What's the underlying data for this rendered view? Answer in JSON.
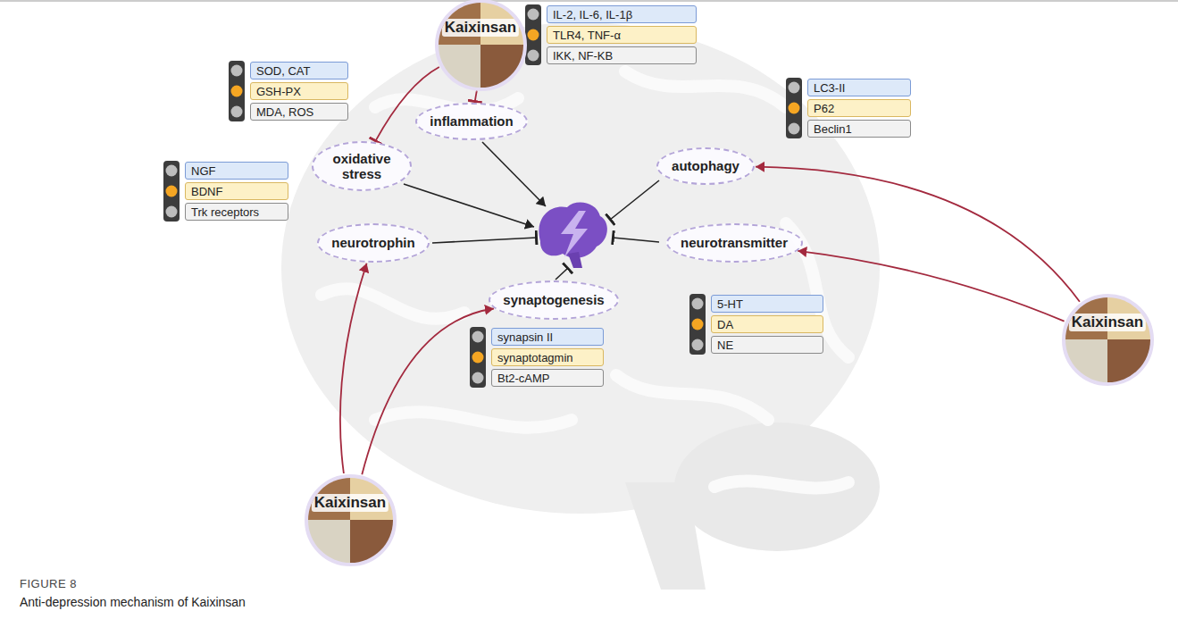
{
  "diagram": {
    "caption": "Anti-depression mechanism of Kaixinsan",
    "nodes": [
      {
        "text": [
          "Kaixinsan"
        ]
      },
      {
        "text": [
          "IL-2, IL-6, IL-1β"
        ]
      },
      {
        "text": [
          "TLR4, TNF-α"
        ]
      },
      {
        "text": [
          "IKK, NF-KB"
        ]
      },
      {
        "text": [
          "SOD, CAT"
        ]
      },
      {
        "text": [
          "GSH-PX"
        ]
      },
      {
        "text": [
          "MDA, ROS"
        ]
      },
      {
        "text": [
          "LC3-II"
        ]
      },
      {
        "text": [
          "P62"
        ]
      },
      {
        "text": [
          "Beclin1"
        ]
      },
      {
        "text": [
          "inflammation"
        ]
      },
      {
        "text": [
          "oxidative stress"
        ]
      },
      {
        "text": [
          "autophagy"
        ]
      },
      {
        "text": [
          "NGF"
        ]
      },
      {
        "text": [
          "BDNF"
        ]
      },
      {
        "text": [
          "Trk receptors"
        ]
      },
      {
        "text": [
          "neurotrophin"
        ]
      },
      {
        "text": [
          "neurotransmitter"
        ]
      },
      {
        "text": [
          "synaptogenesis"
        ]
      },
      {
        "text": [
          "5-HT"
        ]
      },
      {
        "text": [
          "DA"
        ]
      },
      {
        "text": [
          "NE"
        ]
      },
      {
        "text": [
          "Kaixinsan"
        ]
      },
      {
        "text": [
          "synapsin II"
        ]
      },
      {
        "text": [
          "synaptotagmin"
        ]
      },
      {
        "text": [
          "Bt2-cAMP"
        ]
      },
      {
        "text": [
          "Kaixinsan"
        ]
      }
    ],
    "edges": [
      {
        "from": 0,
        "to": 10,
        "arrow": "to"
      },
      {
        "from": 0,
        "to": 11,
        "arrow": "to"
      },
      {
        "from": 22,
        "to": 12,
        "arrow": "to"
      },
      {
        "from": 22,
        "to": 17,
        "arrow": "to"
      },
      {
        "from": 26,
        "to": 16,
        "arrow": "to"
      },
      {
        "from": 26,
        "to": 18,
        "arrow": "to"
      }
    ],
    "labels": [
      "FIGURE 8"
    ]
  }
}
